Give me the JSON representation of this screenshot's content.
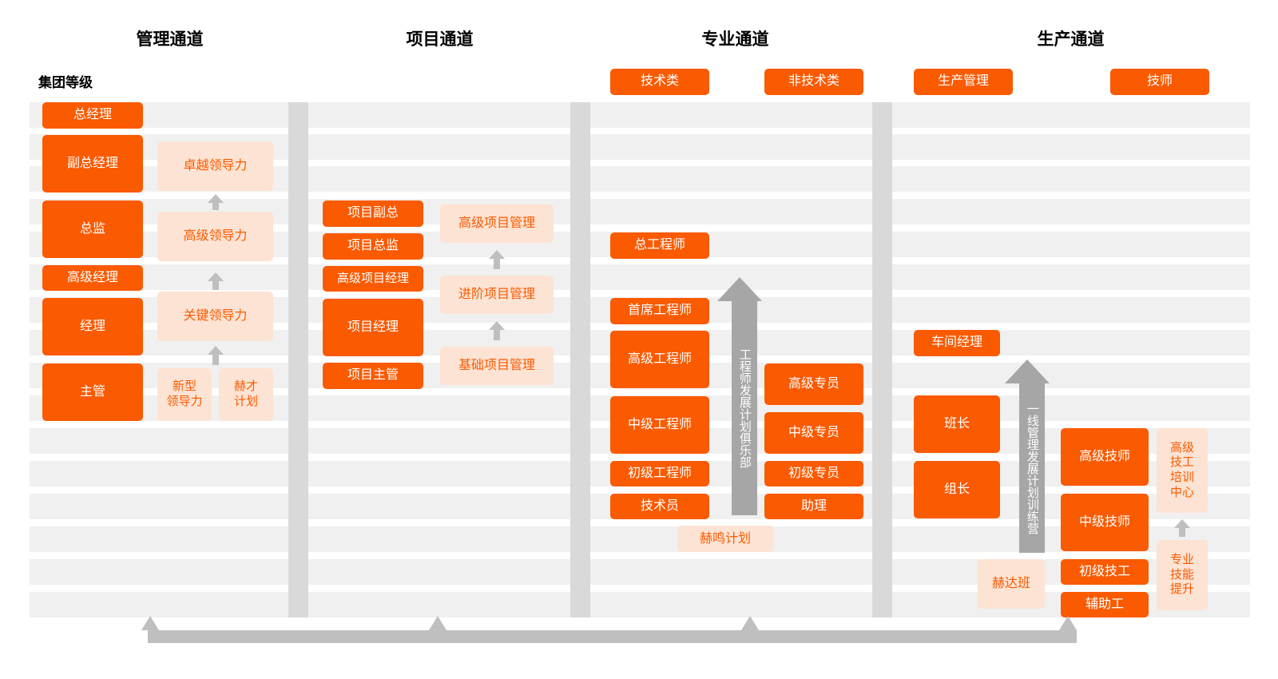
{
  "columns": [
    {
      "title": "管理通道"
    },
    {
      "title": "项目通道"
    },
    {
      "title": "专业通道"
    },
    {
      "title": "生产通道"
    }
  ],
  "group_label": "集团等级",
  "subheaders": [
    {
      "label": "技术类"
    },
    {
      "label": "非技术类"
    },
    {
      "label": "生产管理"
    },
    {
      "label": "技师"
    }
  ],
  "management_levels": [
    {
      "label": "总经理"
    },
    {
      "label": "副总经理"
    },
    {
      "label": "总监"
    },
    {
      "label": "高级经理"
    },
    {
      "label": "经理"
    },
    {
      "label": "主管"
    }
  ],
  "leadership_programs": [
    {
      "label": "卓越领导力"
    },
    {
      "label": "高级领导力"
    },
    {
      "label": "关键领导力"
    },
    {
      "label": "新型\n领导力"
    },
    {
      "label": "赫才\n计划"
    }
  ],
  "project_roles": [
    {
      "label": "项目副总"
    },
    {
      "label": "项目总监"
    },
    {
      "label": "高级项目经理"
    },
    {
      "label": "项目经理"
    },
    {
      "label": "项目主管"
    }
  ],
  "project_programs": [
    {
      "label": "高级项目管理"
    },
    {
      "label": "进阶项目管理"
    },
    {
      "label": "基础项目管理"
    }
  ],
  "technical_roles": [
    {
      "label": "总工程师"
    },
    {
      "label": "首席工程师"
    },
    {
      "label": "高级工程师"
    },
    {
      "label": "中级工程师"
    },
    {
      "label": "初级工程师"
    },
    {
      "label": "技术员"
    }
  ],
  "nontechnical_roles": [
    {
      "label": "高级专员"
    },
    {
      "label": "中级专员"
    },
    {
      "label": "初级专员"
    },
    {
      "label": "助理"
    }
  ],
  "production_mgmt_roles": [
    {
      "label": "车间经理"
    },
    {
      "label": "班长"
    },
    {
      "label": "组长"
    }
  ],
  "technician_roles": [
    {
      "label": "高级技师"
    },
    {
      "label": "中级技师"
    },
    {
      "label": "初级技工"
    },
    {
      "label": "辅助工"
    }
  ],
  "technician_programs": [
    {
      "label": "高级\n技工\n培训\n中心"
    },
    {
      "label": "专业\n技能\n提升"
    }
  ],
  "big_arrows": [
    {
      "label": "工程师发展计划俱乐部"
    },
    {
      "label": "一线管理发展计划训练营"
    }
  ],
  "programs": [
    {
      "label": "赫鸣计划"
    },
    {
      "label": "赫达班"
    }
  ],
  "colors": {
    "accent": "#fa5a00",
    "accent_light": "#fde3d3",
    "band": "#f0f0f0",
    "separator": "#d9d9d9",
    "arrow_grey": "#a6a6a6",
    "arrow_light": "#bfbfbf"
  }
}
